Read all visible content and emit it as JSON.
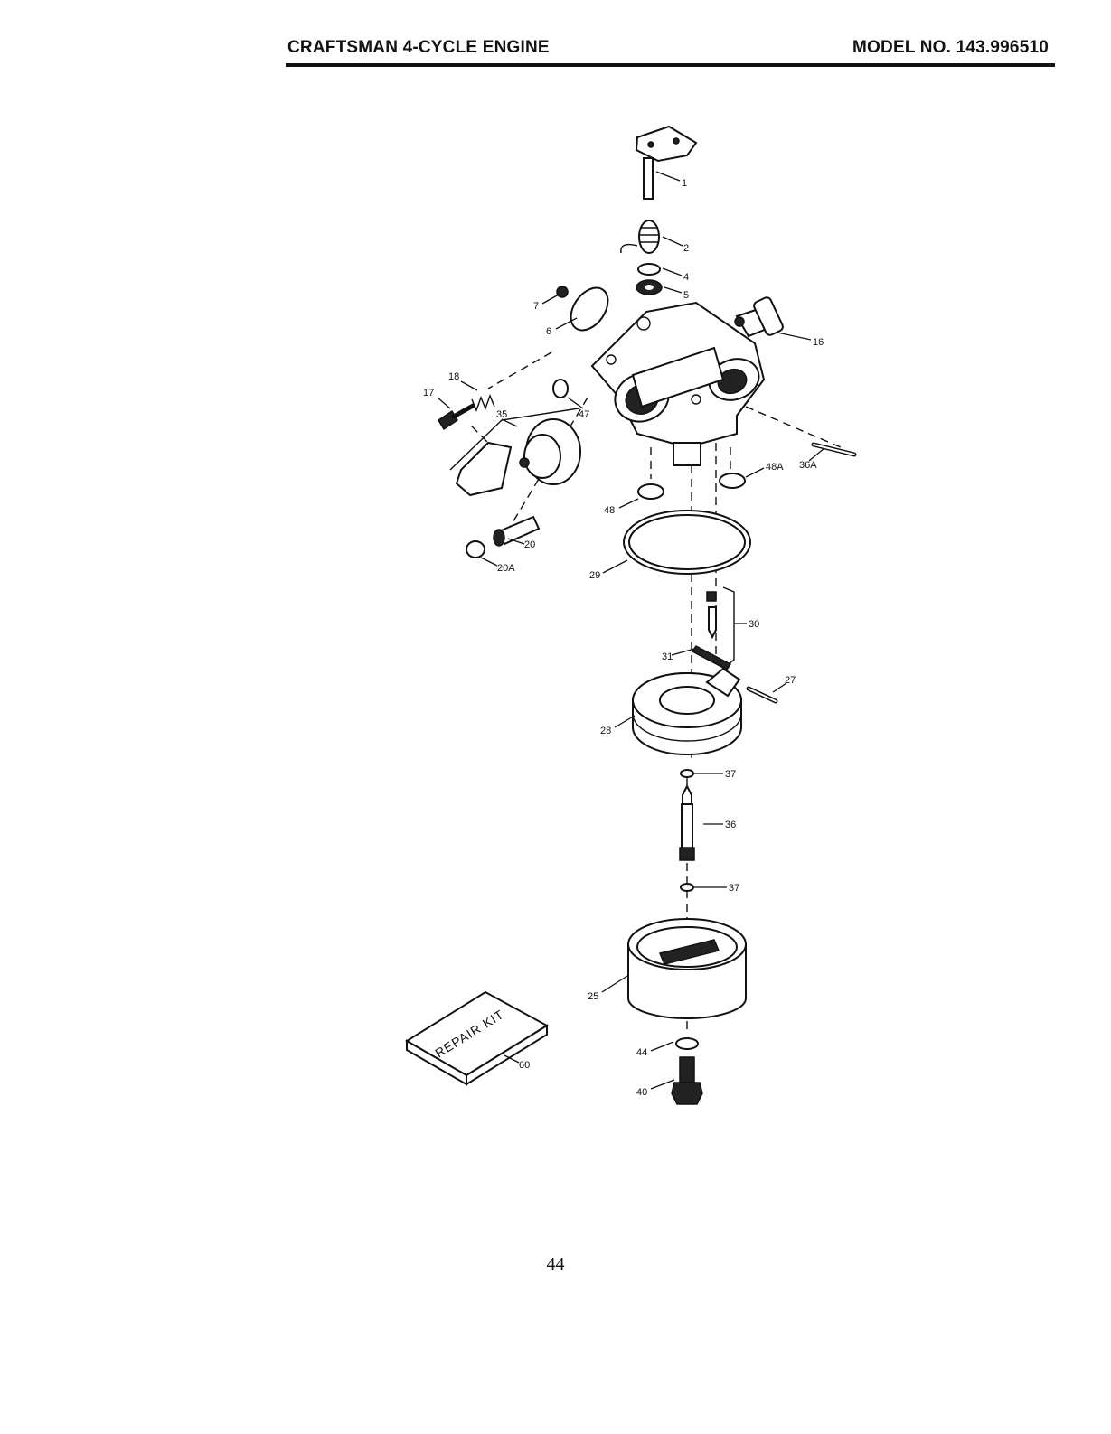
{
  "header": {
    "title": "CRAFTSMAN 4-CYCLE ENGINE",
    "model": "MODEL NO. 143.996510"
  },
  "parts": [
    {
      "key": "p1",
      "label": "1"
    },
    {
      "key": "p2",
      "label": "2"
    },
    {
      "key": "p4",
      "label": "4"
    },
    {
      "key": "p5",
      "label": "5"
    },
    {
      "key": "p7",
      "label": "7"
    },
    {
      "key": "p6",
      "label": "6"
    },
    {
      "key": "p16",
      "label": "16"
    },
    {
      "key": "p18",
      "label": "18"
    },
    {
      "key": "p17",
      "label": "17"
    },
    {
      "key": "p35",
      "label": "35"
    },
    {
      "key": "p47",
      "label": "47"
    },
    {
      "key": "p48A",
      "label": "48A"
    },
    {
      "key": "p36A",
      "label": "36A"
    },
    {
      "key": "p48",
      "label": "48"
    },
    {
      "key": "p20",
      "label": "20"
    },
    {
      "key": "p20A",
      "label": "20A"
    },
    {
      "key": "p29",
      "label": "29"
    },
    {
      "key": "p30",
      "label": "30"
    },
    {
      "key": "p31",
      "label": "31"
    },
    {
      "key": "p27",
      "label": "27"
    },
    {
      "key": "p28",
      "label": "28"
    },
    {
      "key": "p37a",
      "label": "37"
    },
    {
      "key": "p36",
      "label": "36"
    },
    {
      "key": "p37b",
      "label": "37"
    },
    {
      "key": "p25",
      "label": "25"
    },
    {
      "key": "p44",
      "label": "44"
    },
    {
      "key": "p40",
      "label": "40"
    },
    {
      "key": "p60",
      "label": "60"
    }
  ],
  "repair_kit_text": "REPAIR KIT",
  "page_number": "44"
}
